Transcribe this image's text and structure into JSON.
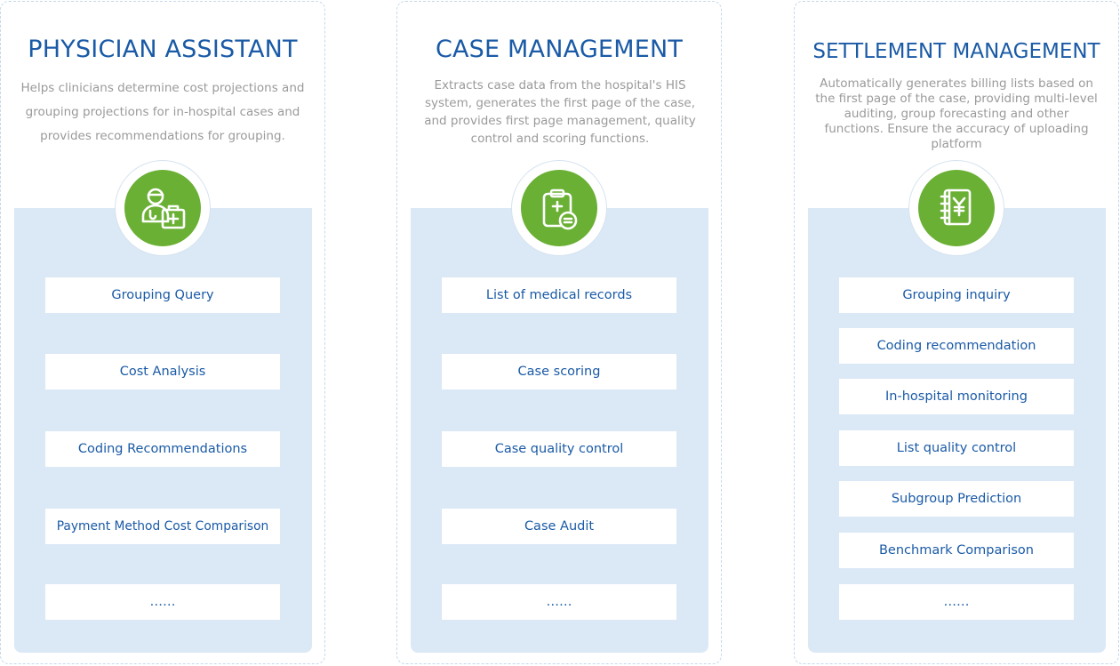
{
  "columns": [
    {
      "title": "PHYSICIAN ASSISTANT",
      "description": "Helps clinicians determine cost projections and grouping projections for in-hospital cases and provides recommendations for grouping.",
      "icon": "doctor-medkit-icon",
      "items": [
        "Grouping Query",
        "Cost Analysis",
        "Coding Recommendations",
        "Payment Method Cost Comparison",
        "……"
      ]
    },
    {
      "title": "CASE MANAGEMENT",
      "description": "Extracts case data from the hospital's HIS system, generates the first page of the case, and provides first page management, quality control and scoring functions.",
      "icon": "clipboard-medical-icon",
      "items": [
        "List of medical records",
        "Case scoring",
        "Case quality control",
        "Case Audit",
        "……"
      ]
    },
    {
      "title": "SETTLEMENT MANAGEMENT",
      "description": "Automatically generates billing lists based on the first page of the case, providing multi-level auditing, group forecasting and other functions. Ensure the accuracy of uploading platform",
      "icon": "yen-ledger-icon",
      "items": [
        "Grouping inquiry",
        "Coding recommendation",
        "In-hospital monitoring",
        "List quality control",
        "Subgroup Prediction",
        "Benchmark Comparison",
        "……"
      ]
    }
  ],
  "colors": {
    "title": "#1a5aa6",
    "description": "#9a9a9a",
    "panel": "#dbe8f6",
    "icon_bg": "#6ab034",
    "card_border": "#c5d8ea"
  }
}
